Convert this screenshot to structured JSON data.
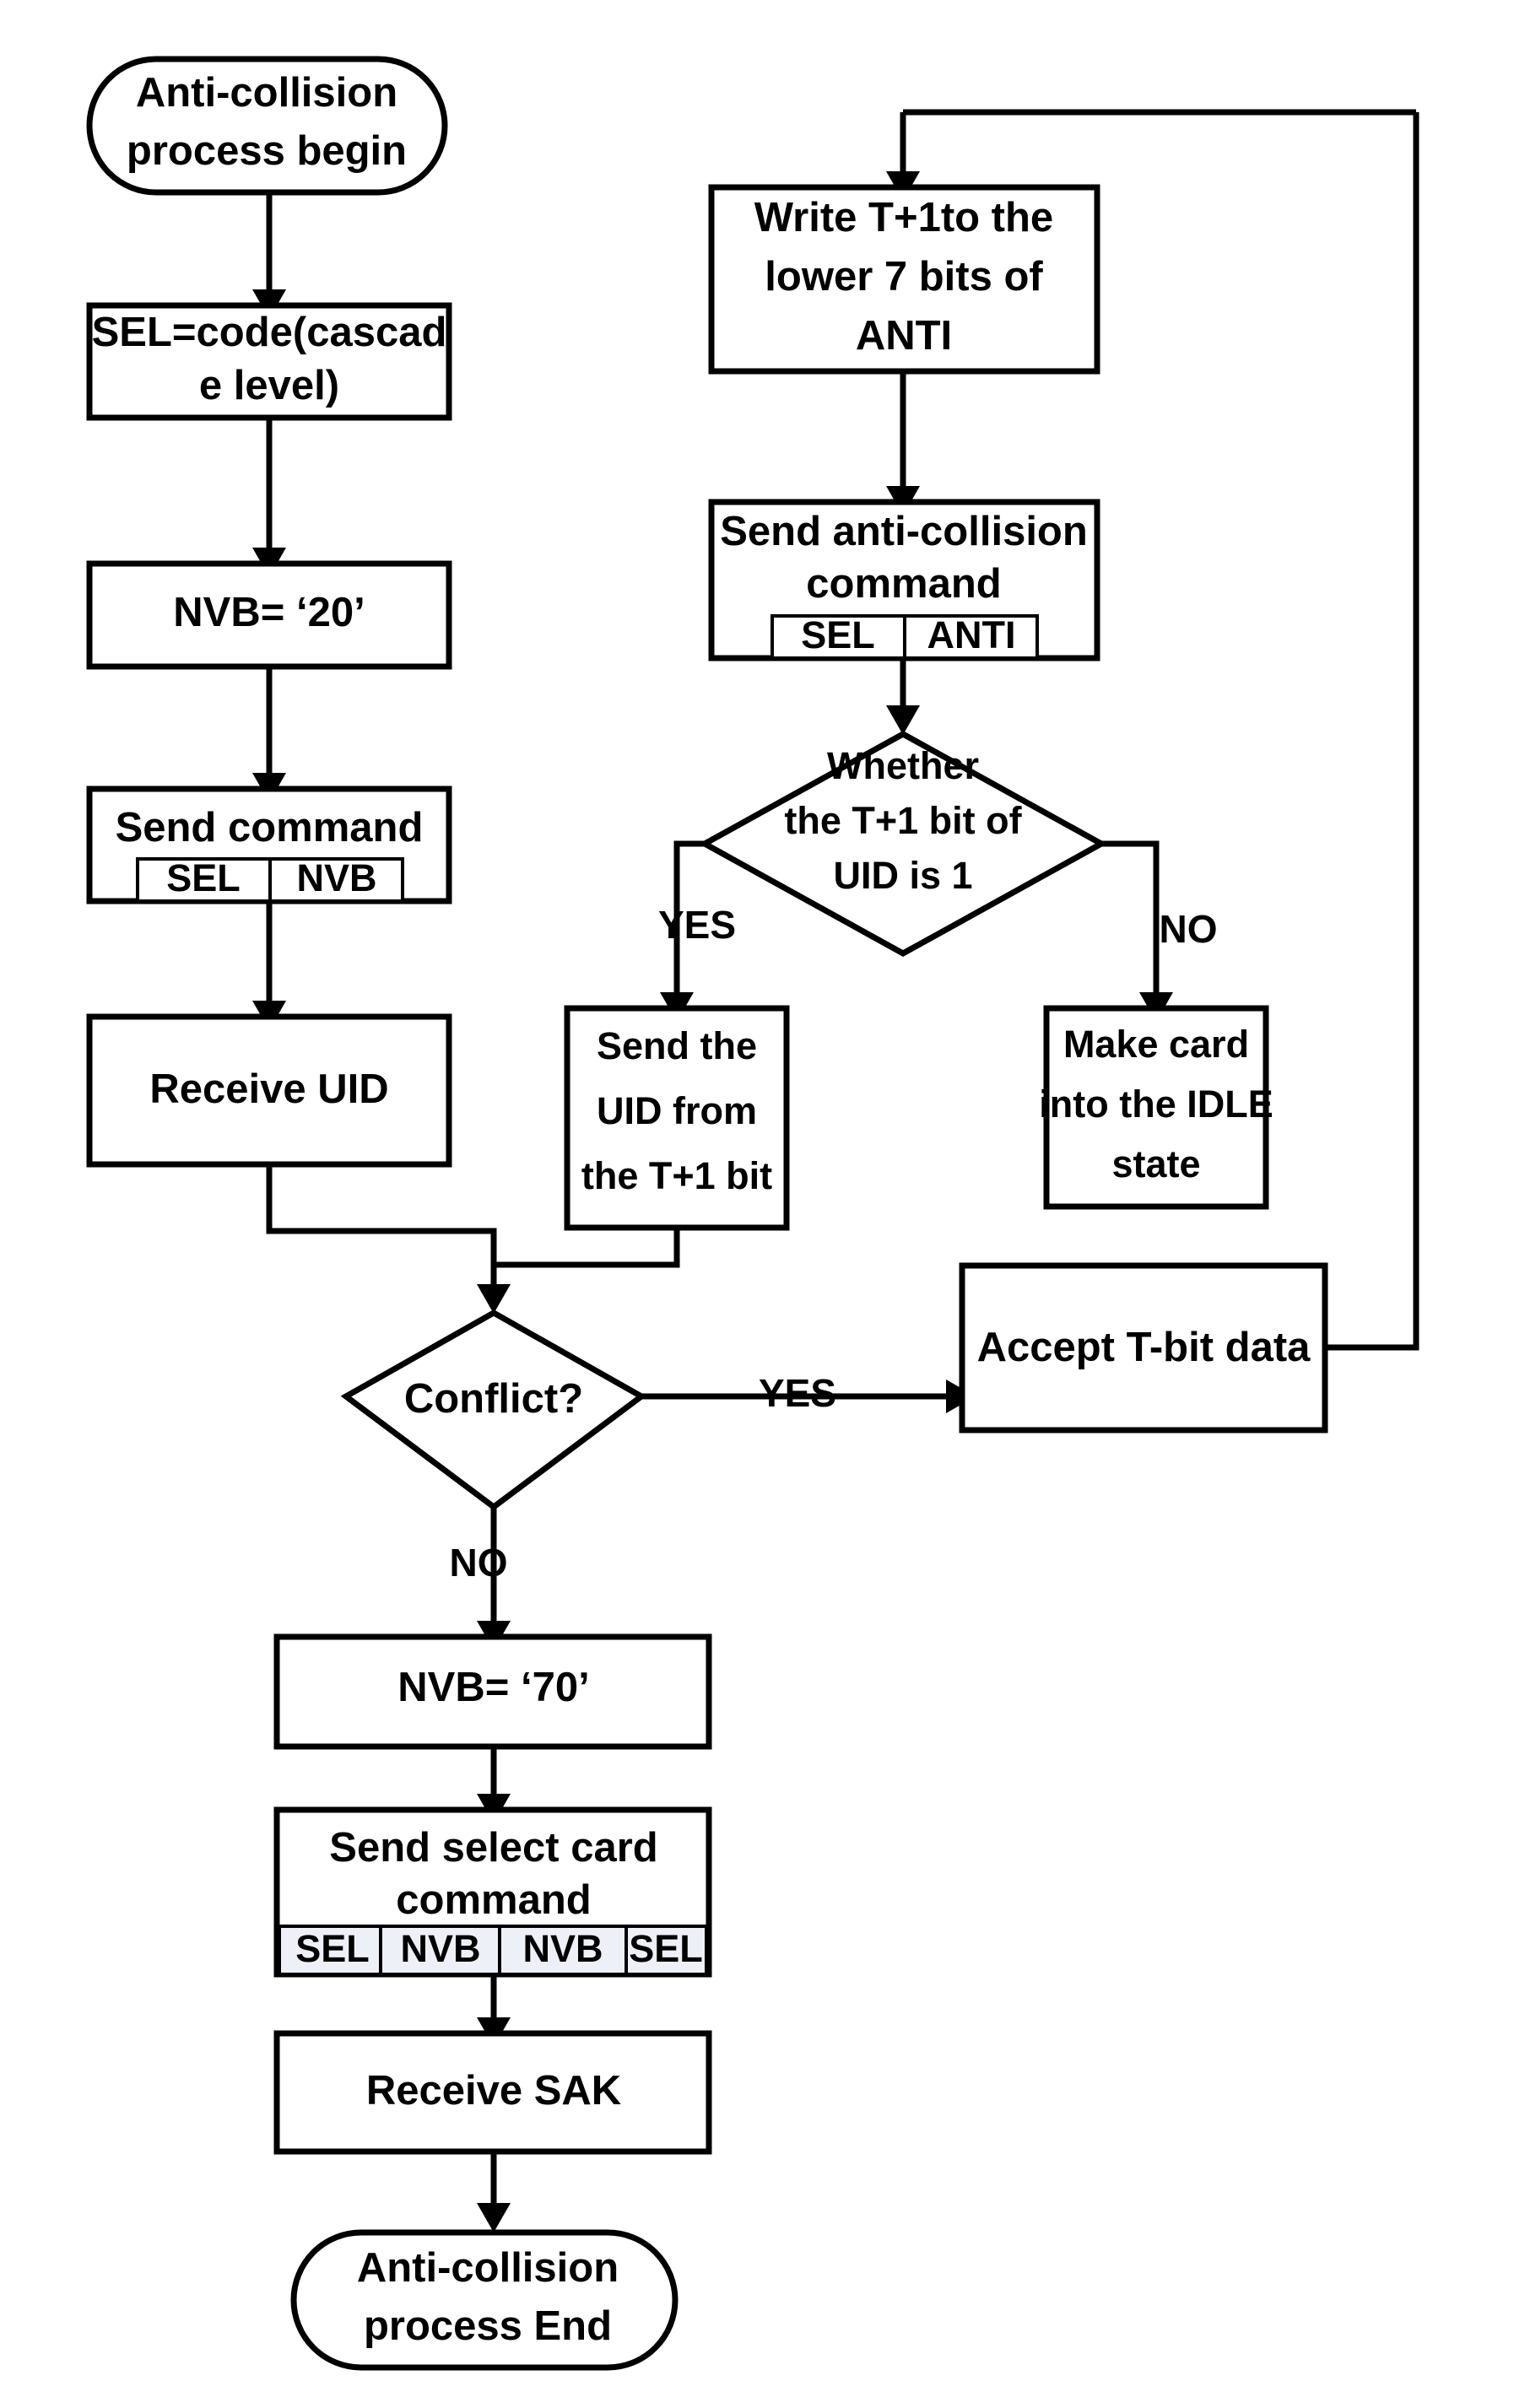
{
  "diagram": {
    "title": "Anti-collision process flowchart",
    "type": "flowchart",
    "background_color": "#ffffff",
    "line_color": "#000000",
    "text_color": "#000000",
    "subcell_fill": "#eef0f8"
  },
  "nodes": {
    "start": {
      "shape": "terminator",
      "lines": [
        "Anti-collision",
        "process begin"
      ]
    },
    "sel_code": {
      "shape": "process",
      "lines": [
        "SEL=code(cascad",
        "e level)"
      ]
    },
    "nvb_20": {
      "shape": "process",
      "lines": [
        "NVB=  ‘20’"
      ]
    },
    "send_command": {
      "shape": "process",
      "lines": [
        "Send command"
      ],
      "table": [
        "SEL",
        "NVB"
      ]
    },
    "receive_uid": {
      "shape": "process",
      "lines": [
        "Receive UID"
      ]
    },
    "write_t1": {
      "shape": "process",
      "lines": [
        "Write T+1to the",
        "lower 7 bits of",
        "ANTI"
      ]
    },
    "send_anticollision": {
      "shape": "process",
      "lines": [
        "Send anti-collision",
        "command"
      ],
      "table": [
        "SEL",
        "ANTI"
      ]
    },
    "whether_bit": {
      "shape": "decision",
      "lines": [
        "Whether",
        "the T+1 bit of",
        "UID is 1"
      ]
    },
    "send_uid_from": {
      "shape": "process",
      "lines": [
        "Send the",
        "UID  from",
        "the T+1 bit"
      ]
    },
    "make_idle": {
      "shape": "process",
      "lines": [
        "Make  card",
        "into the IDLE",
        "state"
      ]
    },
    "conflict": {
      "shape": "decision",
      "lines": [
        "Conflict?"
      ]
    },
    "accept_tbit": {
      "shape": "process",
      "lines": [
        "Accept T-bit data"
      ]
    },
    "nvb_70": {
      "shape": "process",
      "lines": [
        "NVB=  ‘70’"
      ]
    },
    "send_select": {
      "shape": "process",
      "lines": [
        "Send select card",
        "command"
      ],
      "table": [
        "SEL",
        "NVB",
        "NVB",
        "SEL"
      ]
    },
    "receive_sak": {
      "shape": "process",
      "lines": [
        "Receive SAK"
      ]
    },
    "end": {
      "shape": "terminator",
      "lines": [
        "Anti-collision",
        "process End"
      ]
    }
  },
  "edge_labels": {
    "whether_yes": "YES",
    "whether_no": "NO",
    "conflict_yes": "YES",
    "conflict_no": "NO"
  }
}
